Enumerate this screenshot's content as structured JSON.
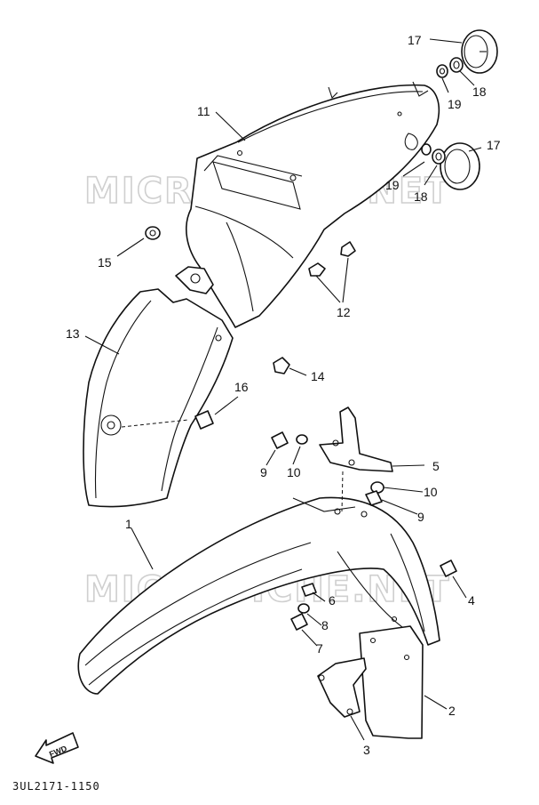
{
  "watermark": "MICROFICHE.NET",
  "fwd_label": "FWD",
  "diagram_code": "3UL2171-1150",
  "callouts": [
    {
      "id": "c17a",
      "label": "17"
    },
    {
      "id": "c19a",
      "label": "19"
    },
    {
      "id": "c18a",
      "label": "18"
    },
    {
      "id": "c17b",
      "label": "17"
    },
    {
      "id": "c19b",
      "label": "19"
    },
    {
      "id": "c18b",
      "label": "18"
    },
    {
      "id": "c11",
      "label": "11"
    },
    {
      "id": "c15",
      "label": "15"
    },
    {
      "id": "c12",
      "label": "12"
    },
    {
      "id": "c13",
      "label": "13"
    },
    {
      "id": "c14",
      "label": "14"
    },
    {
      "id": "c16",
      "label": "16"
    },
    {
      "id": "c9a",
      "label": "9"
    },
    {
      "id": "c10a",
      "label": "10"
    },
    {
      "id": "c5",
      "label": "5"
    },
    {
      "id": "c10b",
      "label": "10"
    },
    {
      "id": "c9b",
      "label": "9"
    },
    {
      "id": "c1",
      "label": "1"
    },
    {
      "id": "c6",
      "label": "6"
    },
    {
      "id": "c4",
      "label": "4"
    },
    {
      "id": "c8",
      "label": "8"
    },
    {
      "id": "c7",
      "label": "7"
    },
    {
      "id": "c2",
      "label": "2"
    },
    {
      "id": "c3",
      "label": "3"
    }
  ]
}
